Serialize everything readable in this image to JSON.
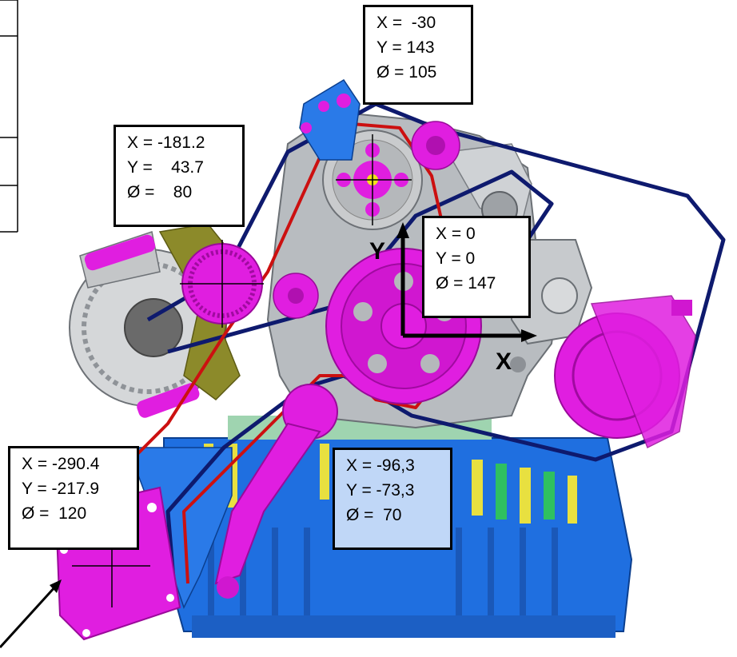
{
  "axes": {
    "x_label": "X",
    "y_label": "Y"
  },
  "callouts": [
    {
      "id": "top-pulley",
      "x": "X =  -30",
      "y": "Y = 143",
      "d": "Ø = 105"
    },
    {
      "id": "left-pulley",
      "x": "X = -181.2",
      "y": "Y =    43.7",
      "d": "Ø =    80"
    },
    {
      "id": "origin",
      "x": "X = 0",
      "y": "Y = 0",
      "d": "Ø = 147"
    },
    {
      "id": "bottom-left",
      "x": "X = -290.4",
      "y": "Y = -217.9",
      "d": "Ø =  120"
    },
    {
      "id": "tensioner",
      "x": "X = -96,3",
      "y": "Y = -73,3",
      "d": "Ø =  70"
    }
  ],
  "colors": {
    "component": "#e01ee0",
    "belt_red": "#cc1010",
    "belt_blue": "#0e1a6e",
    "engine_grey": "#b8bcc0",
    "oil_pan_blue": "#1f6fe0",
    "bracket_olive": "#8c8a2a"
  }
}
